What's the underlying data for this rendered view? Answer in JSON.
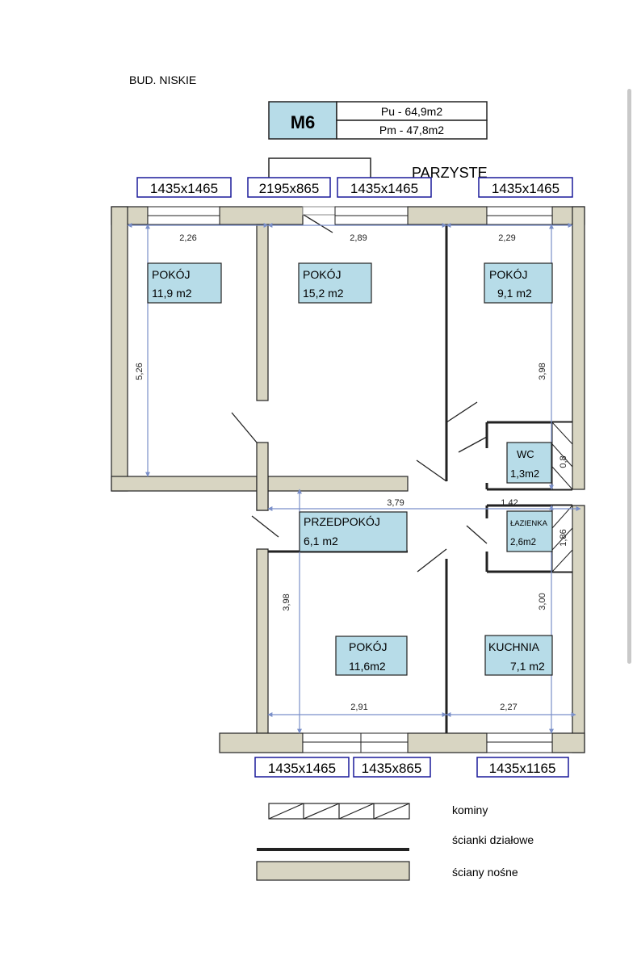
{
  "header": {
    "building": "BUD. NISKIE",
    "orientation": "PARZYSTE"
  },
  "unit": {
    "id": "M6",
    "pu": "Pu - 64,9m2",
    "pm": "Pm - 47,8m2"
  },
  "windows": {
    "top": [
      "1435x1465",
      "2195x865",
      "1435x1465",
      "1435x1465"
    ],
    "bottom": [
      "1435x1465",
      "1435x865",
      "1435x1165"
    ]
  },
  "rooms": [
    {
      "name": "POKÓJ",
      "area": "11,9 m2"
    },
    {
      "name": "POKÓJ",
      "area": "15,2 m2"
    },
    {
      "name": "POKÓJ",
      "area": "9,1 m2"
    },
    {
      "name": "WC",
      "area": "1,3m2"
    },
    {
      "name": "PRZEDPOKÓJ",
      "area": "6,1 m2"
    },
    {
      "name": "ŁAZIENKA",
      "area": "2,6m2"
    },
    {
      "name": "POKÓJ",
      "area": "11,6m2"
    },
    {
      "name": "KUCHNIA",
      "area": "7,1 m2"
    }
  ],
  "dimensions": {
    "top_width_1": "2,26",
    "top_width_2": "2,89",
    "top_width_3": "2,29",
    "left_height": "5,26",
    "right_height": "3,98",
    "wc_height": "0,8",
    "hall_width_1": "3,79",
    "hall_width_2": "1,42",
    "bath_height": "1,86",
    "bottom_left_height": "3,98",
    "kitchen_height": "3,00",
    "bottom_width_1": "2,91",
    "bottom_width_2": "2,27"
  },
  "legend": {
    "chimneys": "kominy",
    "partition_walls": "ścianki działowe",
    "load_bearing_walls": "ściany nośne"
  },
  "colors": {
    "wall": "#d8d5c2",
    "room_label": "#b7dce8",
    "window_label_border": "#1a1a9a",
    "dimension_line": "#7a8fc9"
  }
}
